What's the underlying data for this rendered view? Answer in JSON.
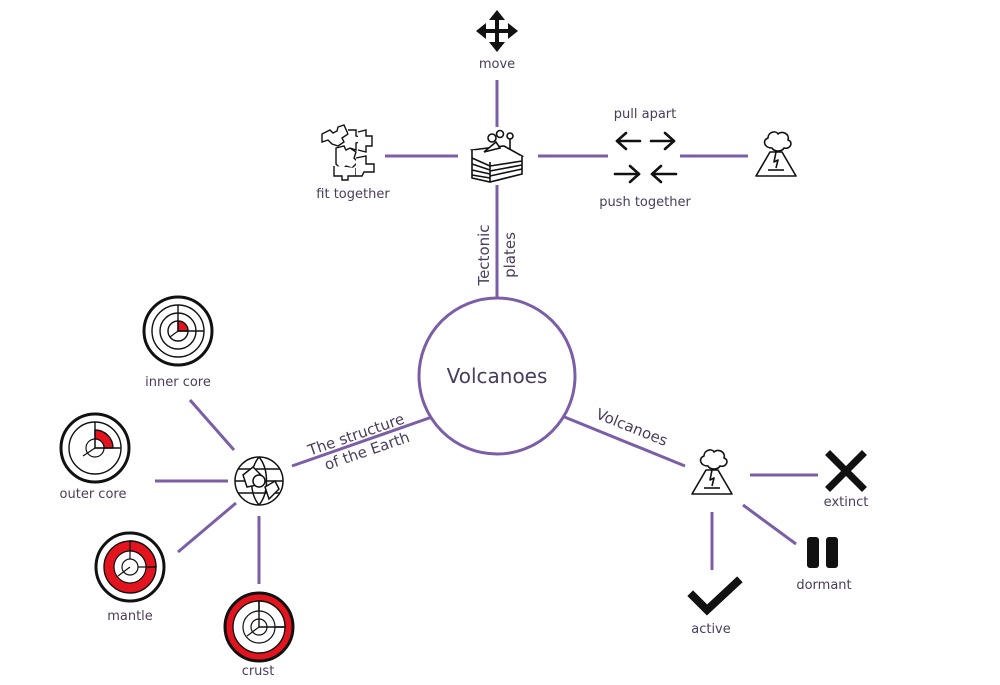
{
  "center": {
    "label": "Volcanoes"
  },
  "branches": {
    "tectonic": {
      "label_line1": "Tectonic",
      "label_line2": "plates"
    },
    "structure": {
      "label_line1": "The structure",
      "label_line2": "of the Earth"
    },
    "volcanoes": {
      "label": "Volcanoes"
    }
  },
  "tectonic_nodes": {
    "move": "move",
    "fit_together": "fit together",
    "pull_apart": "pull apart",
    "push_together": "push together"
  },
  "structure_nodes": {
    "inner_core": "inner core",
    "outer_core": "outer core",
    "mantle": "mantle",
    "crust": "crust"
  },
  "volcano_nodes": {
    "extinct": "extinct",
    "dormant": "dormant",
    "active": "active"
  },
  "colors": {
    "line": "#7b5ea7",
    "text": "#4a3c5c",
    "highlight": "#e3141e",
    "ink": "#111111"
  }
}
